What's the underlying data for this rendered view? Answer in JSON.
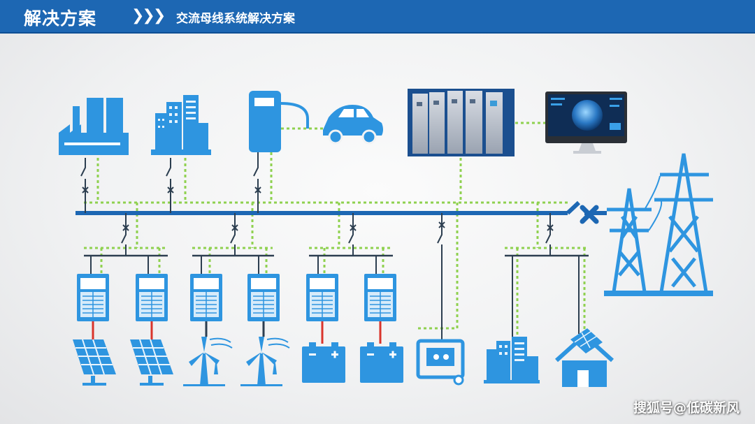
{
  "header": {
    "title": "解决方案",
    "chevrons": "❯❯❯",
    "subtitle": "交流母线系统解决方案"
  },
  "watermark": "搜狐号@低碳新风",
  "colors": {
    "header_bg": "#1d67b3",
    "icon_blue": "#2e95e0",
    "bus_blue": "#1d67b3",
    "dotted_green": "#8fd14f",
    "dc_red": "#d9342b",
    "line_dark": "#2c3e50"
  },
  "icons": {
    "sources_top": [
      "factory-icon",
      "city-buildings-icon",
      "charging-station-icon",
      "electric-car-icon"
    ],
    "monitoring": [
      "server-cabinet-icon",
      "monitor-screen-icon"
    ],
    "grid": [
      "transmission-tower-icon"
    ],
    "bottom": [
      "solar-panel-icon",
      "solar-panel-icon",
      "wind-turbine-icon",
      "wind-turbine-icon",
      "battery-icon",
      "battery-icon",
      "generator-icon",
      "city-buildings-icon",
      "house-solar-icon"
    ]
  }
}
